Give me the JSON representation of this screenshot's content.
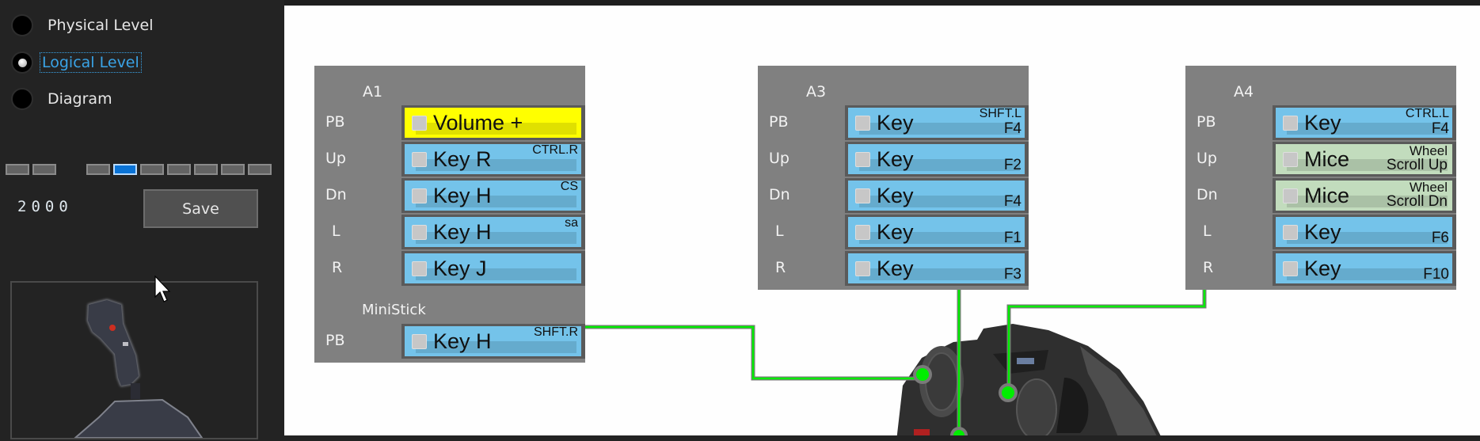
{
  "sidebar": {
    "view_options": [
      {
        "label": "Physical Level",
        "checked": false
      },
      {
        "label": "Logical Level",
        "checked": true
      },
      {
        "label": "Diagram",
        "checked": false
      }
    ],
    "mode_segments": {
      "count": 9,
      "active_index": 3
    },
    "value": "2000",
    "save_label": "Save",
    "preview_icon": "joystick-image"
  },
  "colors": {
    "sidebar_bg": "#232323",
    "canvas_bg": "#fefefe",
    "panel_bg": "#808080",
    "key_button": "#74c3ea",
    "media_button": "#ffff00",
    "mouse_button": "#c2dcbd",
    "wire": "#00ff00",
    "active_segment": "#0a73d6",
    "focus_text": "#3aa3e6"
  },
  "panels": {
    "a1": {
      "title": "A1",
      "rows": [
        {
          "label": "PB",
          "type": "media",
          "main": "Volume +",
          "modifier": "",
          "key": ""
        },
        {
          "label": "Up",
          "type": "key",
          "main": "Key R",
          "modifier": "CTRL.R",
          "key": ""
        },
        {
          "label": "Dn",
          "type": "key",
          "main": "Key H",
          "modifier": "CS",
          "key": ""
        },
        {
          "label": "L",
          "type": "key",
          "main": "Key H",
          "modifier": "sa",
          "key": ""
        },
        {
          "label": "R",
          "type": "key",
          "main": "Key J",
          "modifier": "",
          "key": ""
        }
      ],
      "subsection": "MiniStick",
      "sub_rows": [
        {
          "label": "PB",
          "type": "key",
          "main": "Key H",
          "modifier": "SHFT.R",
          "key": ""
        }
      ]
    },
    "a3": {
      "title": "A3",
      "rows": [
        {
          "label": "PB",
          "type": "key",
          "main": "Key",
          "modifier": "SHFT.L",
          "key": "F4"
        },
        {
          "label": "Up",
          "type": "key",
          "main": "Key",
          "modifier": "",
          "key": "F2"
        },
        {
          "label": "Dn",
          "type": "key",
          "main": "Key",
          "modifier": "",
          "key": "F4"
        },
        {
          "label": "L",
          "type": "key",
          "main": "Key",
          "modifier": "",
          "key": "F1"
        },
        {
          "label": "R",
          "type": "key",
          "main": "Key",
          "modifier": "",
          "key": "F3"
        }
      ]
    },
    "a4": {
      "title": "A4",
      "rows": [
        {
          "label": "PB",
          "type": "key",
          "main": "Key",
          "modifier": "CTRL.L",
          "key": "F4"
        },
        {
          "label": "Up",
          "type": "mouse",
          "main": "Mice",
          "line1": "Wheel",
          "line2": "Scroll Up"
        },
        {
          "label": "Dn",
          "type": "mouse",
          "main": "Mice",
          "line1": "Wheel",
          "line2": "Scroll Dn"
        },
        {
          "label": "L",
          "type": "key",
          "main": "Key",
          "modifier": "",
          "key": "F6"
        },
        {
          "label": "R",
          "type": "key",
          "main": "Key",
          "modifier": "",
          "key": "F10"
        }
      ]
    }
  },
  "diagram": {
    "device_image": "joystick-throttle-head",
    "hotspots": [
      "a1-ministick",
      "a3",
      "a4"
    ]
  }
}
